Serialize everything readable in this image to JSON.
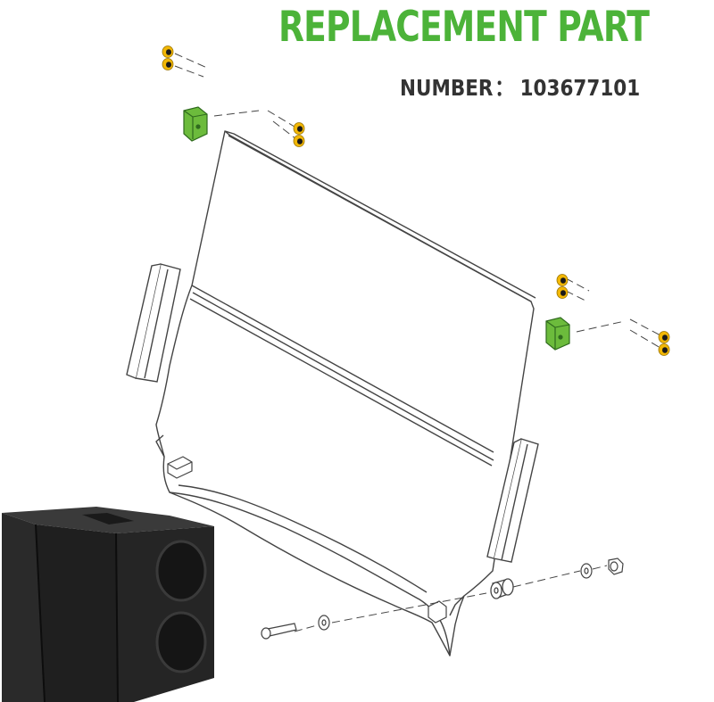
{
  "header": {
    "title": "REPLACEMENT PART",
    "number_label": "NUMBER",
    "number_separator": "：",
    "part_number": "103677101"
  },
  "colors": {
    "title": "#4cb339",
    "text": "#333333",
    "bracket": "#6cbb3c",
    "screw": "#f2b705",
    "bumper": "#1f1f1f",
    "line": "#444444"
  },
  "icons": [
    "windshield-panel",
    "rubber-bumper-block",
    "mounting-clip",
    "screw",
    "bolt",
    "washer",
    "spacer",
    "nut",
    "side-strip"
  ]
}
